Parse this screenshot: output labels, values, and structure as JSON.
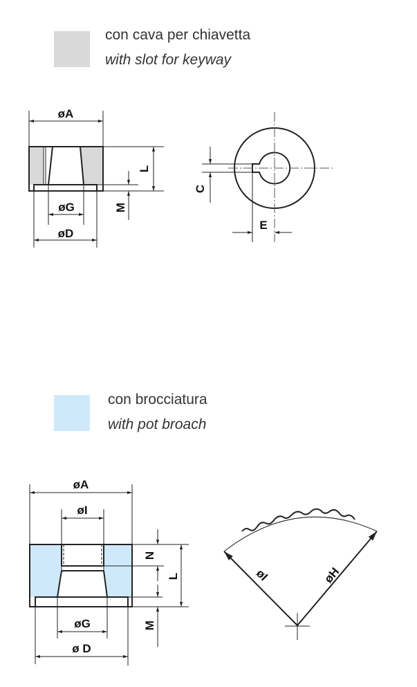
{
  "sections": [
    {
      "title_it": "con cava per chiavetta",
      "title_en": "with slot for keyway",
      "swatch_color": "#d9d9d9",
      "labels": {
        "A": "øA",
        "L": "L",
        "M": "M",
        "G": "øG",
        "D": "øD",
        "C": "C",
        "E": "E"
      }
    },
    {
      "title_it": "con brocciatura",
      "title_en": "with pot broach",
      "swatch_color": "#cfe9fb",
      "labels": {
        "A": "øA",
        "I": "øI",
        "N": "N",
        "L": "L",
        "M": "M",
        "G": "øG",
        "D": "ø D",
        "I2": "øI",
        "H": "øH"
      }
    }
  ]
}
